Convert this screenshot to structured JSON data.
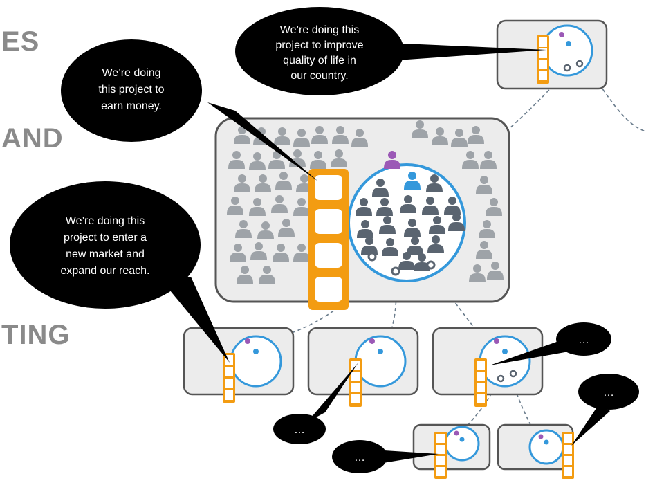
{
  "side_labels": [
    "ES",
    "AND",
    "TING"
  ],
  "bubbles": {
    "quality": [
      "We’re doing this",
      "project to improve",
      "quality of life in",
      "our country."
    ],
    "money": [
      "We’re doing",
      "this project to",
      "earn money."
    ],
    "market": [
      "We’re doing this",
      "project to enter a",
      "new market and",
      "expand our reach."
    ],
    "ellipsis": "…"
  },
  "colors": {
    "bubble_fill": "#000000",
    "bubble_text": "#ffffff",
    "card_fill": "#ececec",
    "card_stroke": "#555555",
    "orange": "#f39c12",
    "blue": "#3498db",
    "purple": "#9b59b6",
    "person_light": "#9ea3a8",
    "person_dark": "#5a6470",
    "connector": "#6a7c8c"
  }
}
